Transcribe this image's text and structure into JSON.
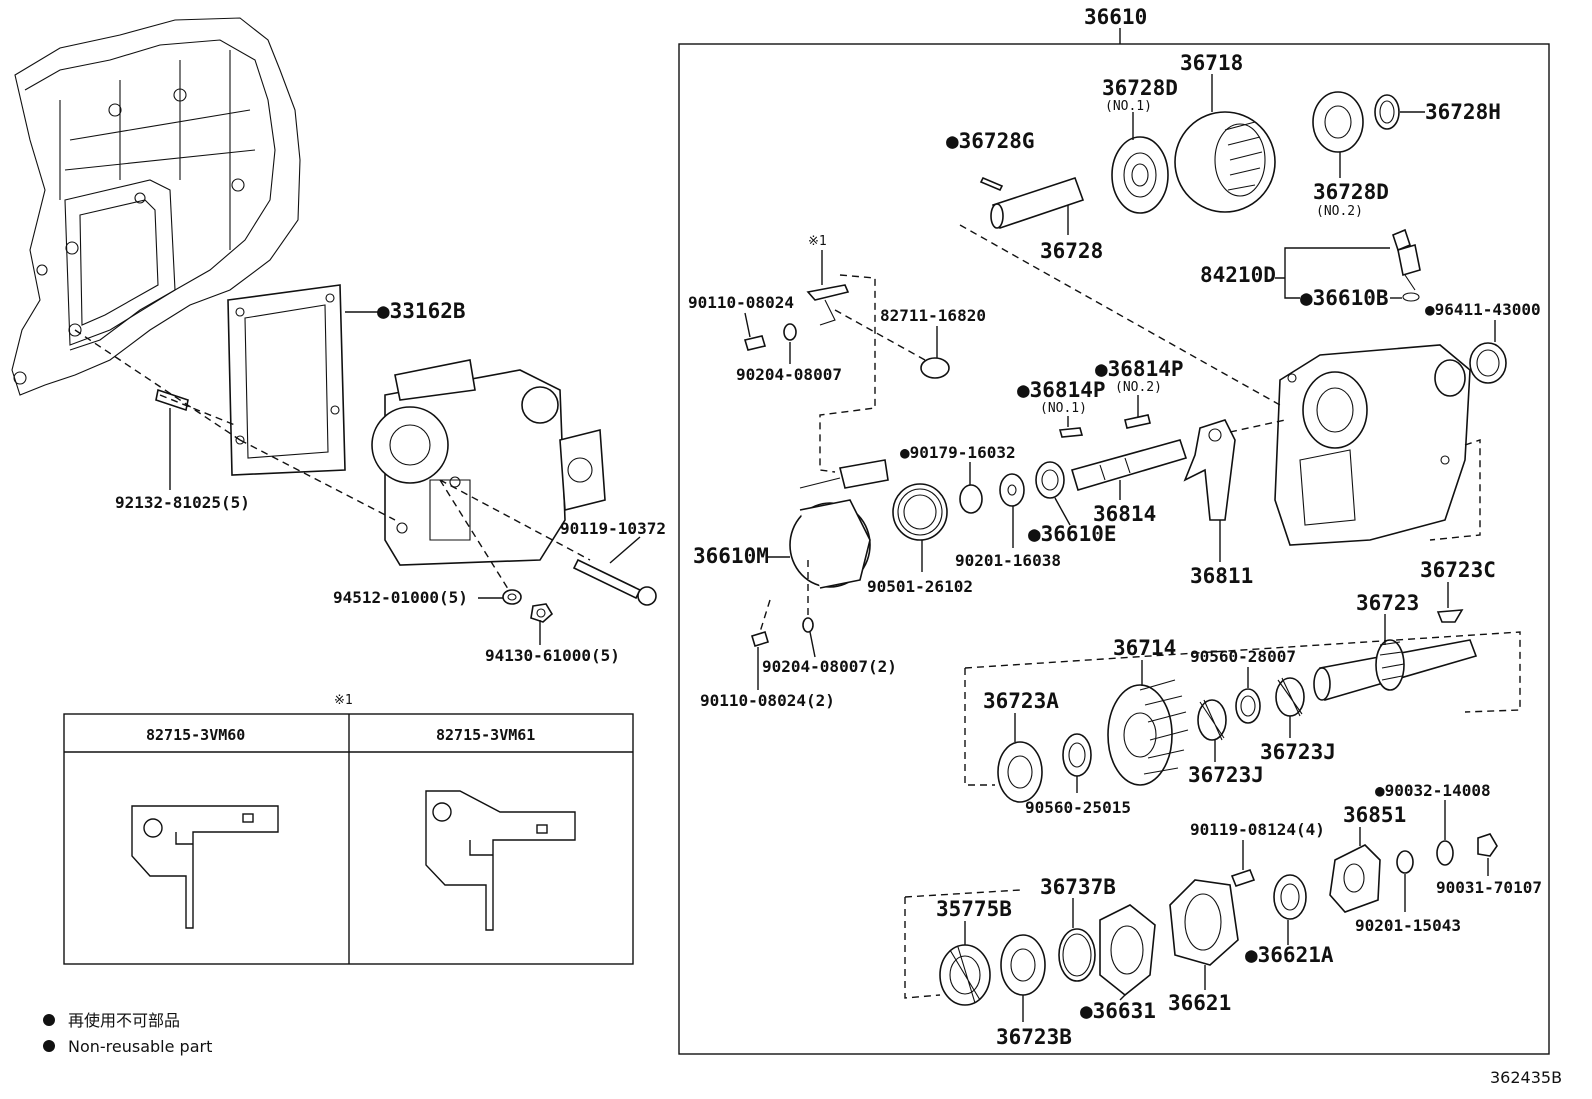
{
  "diagram": {
    "code": "362435B",
    "assembly_number": "36610",
    "note_mark": "※1",
    "table": {
      "headers": [
        "82715-3VM60",
        "82715-3VM61"
      ]
    },
    "legend": {
      "jp": "再使用不可部品",
      "en": "Non-reusable part"
    },
    "labels": {
      "p33162B": "●33162B",
      "p92132": "92132-81025(5)",
      "p90119_10372": "90119-10372",
      "p94512": "94512-01000(5)",
      "p94130": "94130-61000(5)",
      "p36728G": "●36728G",
      "p36728D1": "36728D",
      "p36728D1sub": "(NO.1)",
      "p36718": "36718",
      "p36728H": "36728H",
      "p36728D2": "36728D",
      "p36728D2sub": "(NO.2)",
      "p36728": "36728",
      "p84210D": "84210D",
      "p36610B": "●36610B",
      "p96411": "●96411-43000",
      "p90110a": "90110-08024",
      "p82711": "82711-16820",
      "p90204a": "90204-08007",
      "p36814P2": "●36814P",
      "p36814P2sub": "(NO.2)",
      "p36814P1": "●36814P",
      "p36814P1sub": "(NO.1)",
      "p90179": "●90179-16032",
      "p36814": "36814",
      "p36610E": "●36610E",
      "p90201_16038": "90201-16038",
      "p36610M": "36610M",
      "p90501": "90501-26102",
      "p36811": "36811",
      "p36723C": "36723C",
      "p36723": "36723",
      "p90204b": "90204-08007(2)",
      "p90110b": "90110-08024(2)",
      "p36714": "36714",
      "p90560_28007": "90560-28007",
      "p36723A": "36723A",
      "p36723J1": "36723J",
      "p36723J2": "36723J",
      "p90560_25015": "90560-25015",
      "p90032": "●90032-14008",
      "p90119_08124": "90119-08124(4)",
      "p36851": "36851",
      "p36737B": "36737B",
      "p35775B": "35775B",
      "p90031": "90031-70107",
      "p90201_15043": "90201-15043",
      "p36621A": "●36621A",
      "p36621": "36621",
      "p36631": "●36631",
      "p36723B": "36723B"
    }
  }
}
